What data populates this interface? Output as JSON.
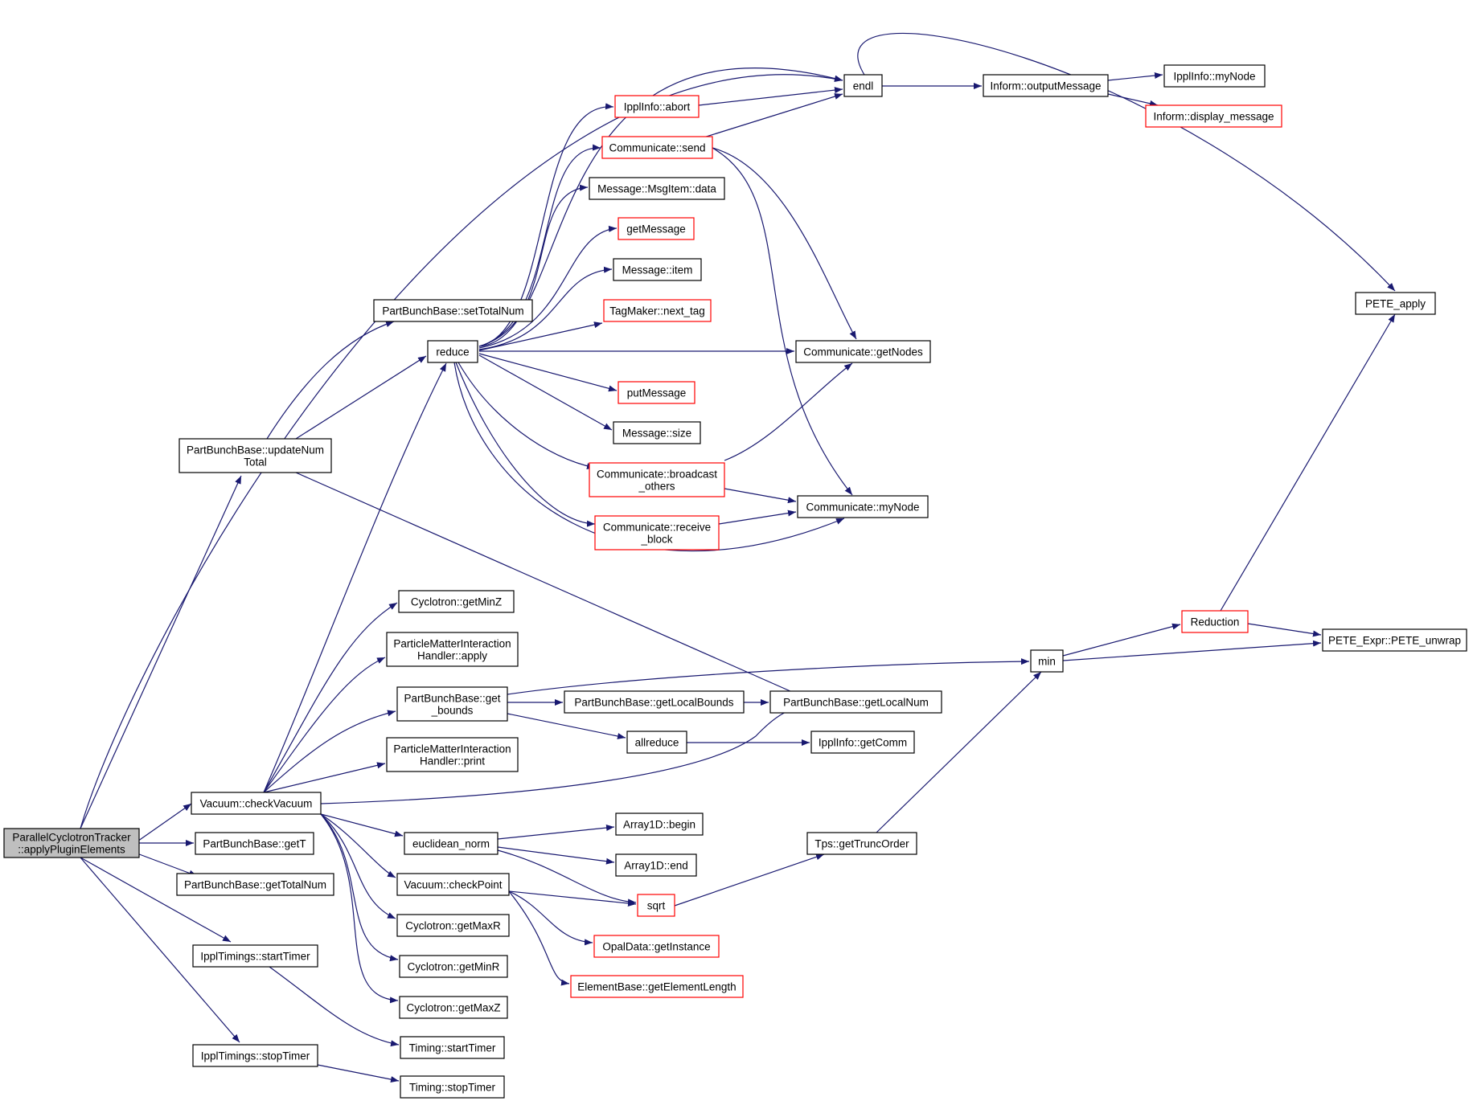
{
  "colors": {
    "edge": "#191970",
    "node_border": "#000000",
    "node_border_incomplete": "#ff0000",
    "root_fill": "#bfbfbf"
  },
  "nodes": {
    "root": {
      "lines": [
        "ParallelCyclotronTracker",
        "::applyPluginElements"
      ],
      "style": "root"
    },
    "updateNumTotal": {
      "lines": [
        "PartBunchBase::updateNum",
        "Total"
      ],
      "style": "normal"
    },
    "setTotalNum": {
      "lines": [
        "PartBunchBase::setTotalNum"
      ],
      "style": "normal"
    },
    "reduce": {
      "lines": [
        "reduce"
      ],
      "style": "normal"
    },
    "endl": {
      "lines": [
        "endl"
      ],
      "style": "normal"
    },
    "outputMessage": {
      "lines": [
        "Inform::outputMessage"
      ],
      "style": "normal"
    },
    "ipplMyNode": {
      "lines": [
        "IpplInfo::myNode"
      ],
      "style": "normal"
    },
    "displayMessage": {
      "lines": [
        "Inform::display_message"
      ],
      "style": "red"
    },
    "abort": {
      "lines": [
        "IpplInfo::abort"
      ],
      "style": "red"
    },
    "send": {
      "lines": [
        "Communicate::send"
      ],
      "style": "red"
    },
    "msgData": {
      "lines": [
        "Message::MsgItem::data"
      ],
      "style": "normal"
    },
    "getMessage": {
      "lines": [
        "getMessage"
      ],
      "style": "red"
    },
    "msgItem": {
      "lines": [
        "Message::item"
      ],
      "style": "normal"
    },
    "nextTag": {
      "lines": [
        "TagMaker::next_tag"
      ],
      "style": "red"
    },
    "getNodes": {
      "lines": [
        "Communicate::getNodes"
      ],
      "style": "normal"
    },
    "putMessage": {
      "lines": [
        "putMessage"
      ],
      "style": "red"
    },
    "msgSize": {
      "lines": [
        "Message::size"
      ],
      "style": "normal"
    },
    "broadcast": {
      "lines": [
        "Communicate::broadcast",
        "_others"
      ],
      "style": "red"
    },
    "commMyNode": {
      "lines": [
        "Communicate::myNode"
      ],
      "style": "normal"
    },
    "receive": {
      "lines": [
        "Communicate::receive",
        "_block"
      ],
      "style": "red"
    },
    "peteApply": {
      "lines": [
        "PETE_apply"
      ],
      "style": "normal"
    },
    "cycGetMinZ": {
      "lines": [
        "Cyclotron::getMinZ"
      ],
      "style": "normal"
    },
    "pmiApply": {
      "lines": [
        "ParticleMatterInteraction",
        "Handler::apply"
      ],
      "style": "normal"
    },
    "getBounds": {
      "lines": [
        "PartBunchBase::get",
        "_bounds"
      ],
      "style": "normal"
    },
    "getLocalBounds": {
      "lines": [
        "PartBunchBase::getLocalBounds"
      ],
      "style": "normal"
    },
    "getLocalNum": {
      "lines": [
        "PartBunchBase::getLocalNum"
      ],
      "style": "normal"
    },
    "allreduce": {
      "lines": [
        "allreduce"
      ],
      "style": "normal"
    },
    "getComm": {
      "lines": [
        "IpplInfo::getComm"
      ],
      "style": "normal"
    },
    "pmiPrint": {
      "lines": [
        "ParticleMatterInteraction",
        "Handler::print"
      ],
      "style": "normal"
    },
    "checkVacuum": {
      "lines": [
        "Vacuum::checkVacuum"
      ],
      "style": "normal"
    },
    "min": {
      "lines": [
        "min"
      ],
      "style": "normal"
    },
    "reduction": {
      "lines": [
        "Reduction"
      ],
      "style": "red"
    },
    "peteUnwrap": {
      "lines": [
        "PETE_Expr::PETE_unwrap"
      ],
      "style": "normal"
    },
    "getT": {
      "lines": [
        "PartBunchBase::getT"
      ],
      "style": "normal"
    },
    "getTotalNum": {
      "lines": [
        "PartBunchBase::getTotalNum"
      ],
      "style": "normal"
    },
    "euclideanNorm": {
      "lines": [
        "euclidean_norm"
      ],
      "style": "normal"
    },
    "arrBegin": {
      "lines": [
        "Array1D::begin"
      ],
      "style": "normal"
    },
    "arrEnd": {
      "lines": [
        "Array1D::end"
      ],
      "style": "normal"
    },
    "checkPoint": {
      "lines": [
        "Vacuum::checkPoint"
      ],
      "style": "normal"
    },
    "sqrt": {
      "lines": [
        "sqrt"
      ],
      "style": "red"
    },
    "getTruncOrder": {
      "lines": [
        "Tps::getTruncOrder"
      ],
      "style": "normal"
    },
    "cycGetMaxR": {
      "lines": [
        "Cyclotron::getMaxR"
      ],
      "style": "normal"
    },
    "cycGetMinR": {
      "lines": [
        "Cyclotron::getMinR"
      ],
      "style": "normal"
    },
    "cycGetMaxZ": {
      "lines": [
        "Cyclotron::getMaxZ"
      ],
      "style": "normal"
    },
    "opalGetInstance": {
      "lines": [
        "OpalData::getInstance"
      ],
      "style": "red"
    },
    "getElementLength": {
      "lines": [
        "ElementBase::getElementLength"
      ],
      "style": "red"
    },
    "startTimerIppl": {
      "lines": [
        "IpplTimings::startTimer"
      ],
      "style": "normal"
    },
    "stopTimerIppl": {
      "lines": [
        "IpplTimings::stopTimer"
      ],
      "style": "normal"
    },
    "timingStart": {
      "lines": [
        "Timing::startTimer"
      ],
      "style": "normal"
    },
    "timingStop": {
      "lines": [
        "Timing::stopTimer"
      ],
      "style": "normal"
    }
  }
}
